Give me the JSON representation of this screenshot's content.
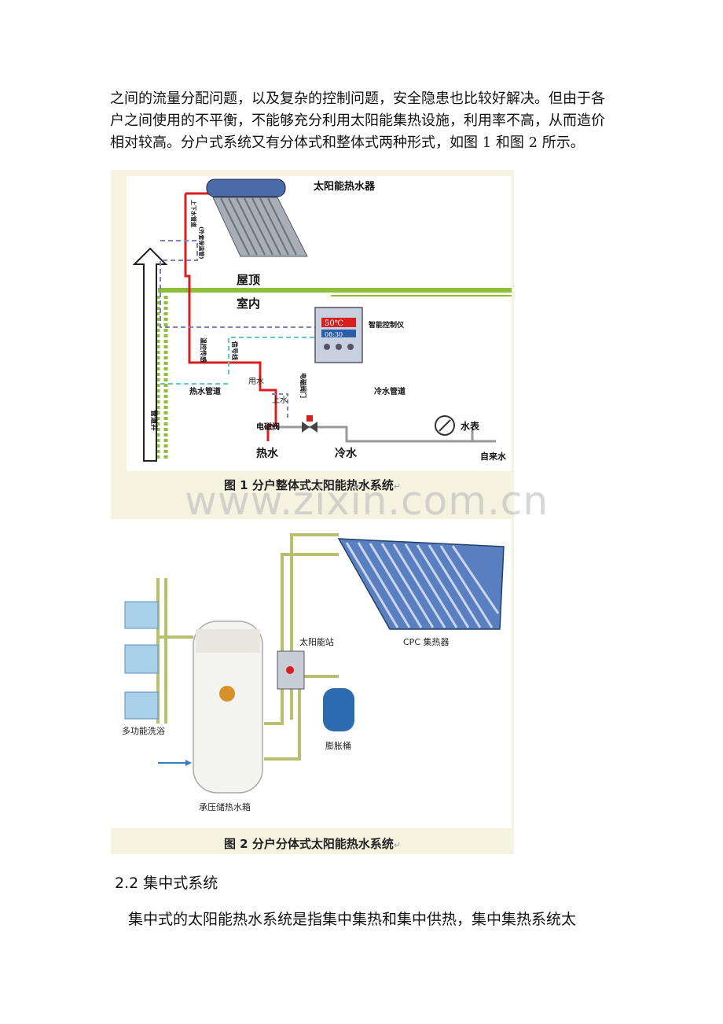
{
  "intro": {
    "lines": [
      "之间的流量分配问题，以及复杂的控制问题，安全隐患也比较好解决。但由于各",
      "户之间使用的不平衡，不能够充分利用太阳能集热设施，利用率不高，从而造价",
      "相对较高。分户式系统又有分体式和整体式两种形式，如图 1 和图 2 所示。"
    ]
  },
  "figure1": {
    "caption": "图 1 分户整体式太阳能热水系统",
    "caption_mark": "↵",
    "labels": {
      "heater": "太阳能热水器",
      "pipe_vertical": "上下水管道",
      "pipe_note": "(外套保温管)",
      "roof": "屋顶",
      "indoor": "室内",
      "controller": "智能控制仪",
      "sensor": "温控传感",
      "signal": "信号线",
      "hot_pipe": "热水管道",
      "cold_pipe": "冷水管道",
      "use_water": "用水",
      "fill_water": "上水",
      "solenoid_valve": "电磁阀",
      "solenoid_valve_v": "电磁阀门",
      "shaft": "管道井",
      "hot_water": "热水",
      "cold_water": "冷水",
      "water_meter": "水表",
      "tap_water": "自来水"
    },
    "display": {
      "temp": "50℃",
      "level": "08:30"
    }
  },
  "figure2": {
    "caption": "图 2 分户分体式太阳能热水系统",
    "caption_mark": "↵",
    "labels": {
      "solar_station": "太阳能站",
      "collector": "CPC 集热器",
      "multi_bath": "多功能洗浴",
      "expansion_tank": "膨胀桶",
      "storage_tank": "承压储热水箱"
    }
  },
  "watermark": "www.zixin.com.cn",
  "section": {
    "heading": "2.2 集中式系统",
    "text": "集中式的太阳能热水系统是指集中集热和集中供热，集中集热系统太"
  },
  "colors": {
    "hot": "#d81e1e",
    "green": "#8fbe3c",
    "dashed_blue": "#8080c0",
    "dashed_cyan": "#66c6c0",
    "fig_bg": "#f5f2e0"
  }
}
